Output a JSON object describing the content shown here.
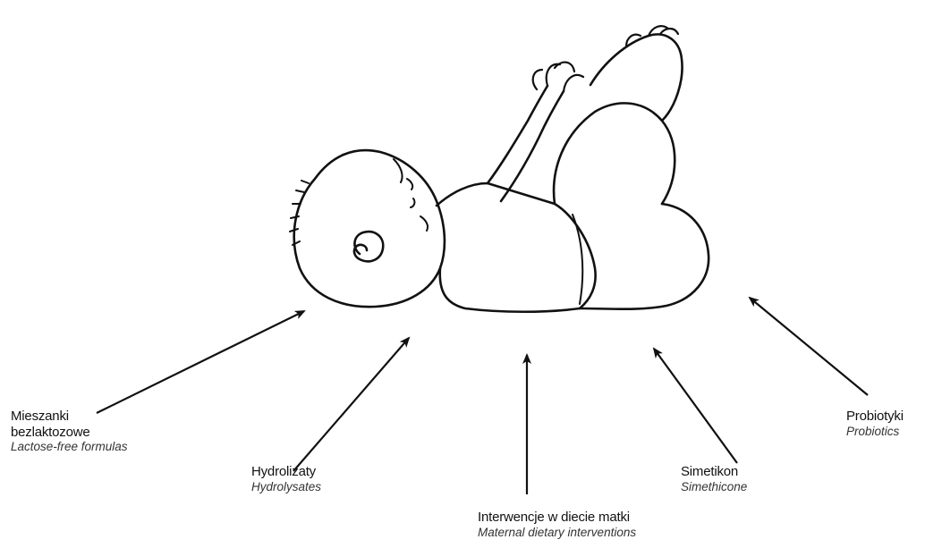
{
  "labels": {
    "lactose_free": {
      "pl_line1": "Mieszanki",
      "pl_line2": "bezlaktozowe",
      "en": "Lactose-free formulas"
    },
    "hydrolysates": {
      "pl": "Hydrolizaty",
      "en": "Hydrolysates"
    },
    "maternal": {
      "pl": "Interwencje w diecie matki",
      "en": "Maternal dietary interventions"
    },
    "simethicone": {
      "pl": "Simetikon",
      "en": "Simethicone"
    },
    "probiotics": {
      "pl": "Probiotyki",
      "en": "Probiotics"
    }
  },
  "colors": {
    "stroke": "#111111",
    "background": "#ffffff"
  }
}
